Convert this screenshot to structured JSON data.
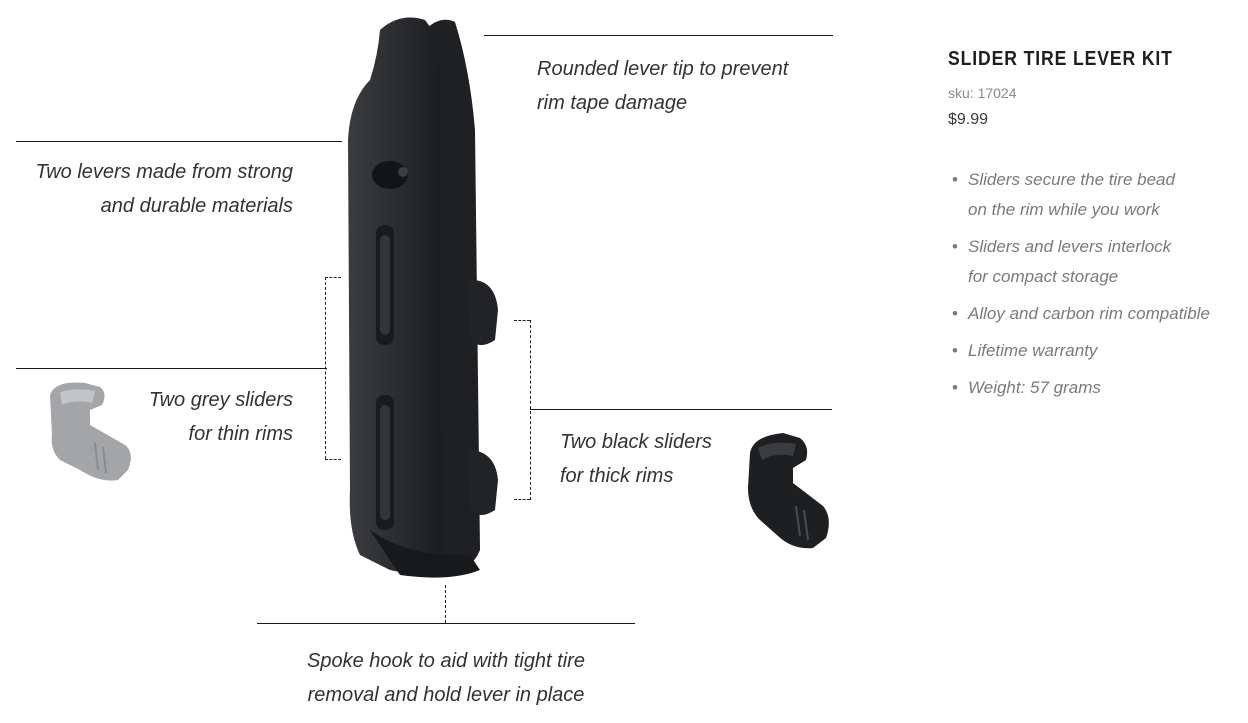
{
  "product": {
    "title": "SLIDER TIRE LEVER KIT",
    "sku": "sku: 17024",
    "price": "$9.99",
    "features": [
      {
        "lines": [
          "Sliders secure the tire bead",
          "on the rim while you work"
        ]
      },
      {
        "lines": [
          "Sliders and levers interlock",
          "for compact storage"
        ]
      },
      {
        "lines": [
          "Alloy and carbon rim compatible"
        ]
      },
      {
        "lines": [
          "Lifetime warranty"
        ]
      },
      {
        "lines": [
          "Weight: 57 grams"
        ]
      }
    ]
  },
  "callouts": {
    "lever_tip": [
      "Rounded lever tip to prevent",
      "rim tape damage"
    ],
    "levers": [
      "Two levers made from strong",
      "and durable materials"
    ],
    "grey_sliders": [
      "Two grey sliders",
      "for thin rims"
    ],
    "black_sliders": [
      "Two black sliders",
      "for thick rims"
    ],
    "spoke_hook": [
      "Spoke hook to aid with tight tire",
      "removal and hold lever in place"
    ]
  },
  "colors": {
    "lever": "#2b2d30",
    "lever_highlight": "#45484d",
    "grey_slider": "#a3a5a8",
    "black_slider": "#1e1f21"
  }
}
